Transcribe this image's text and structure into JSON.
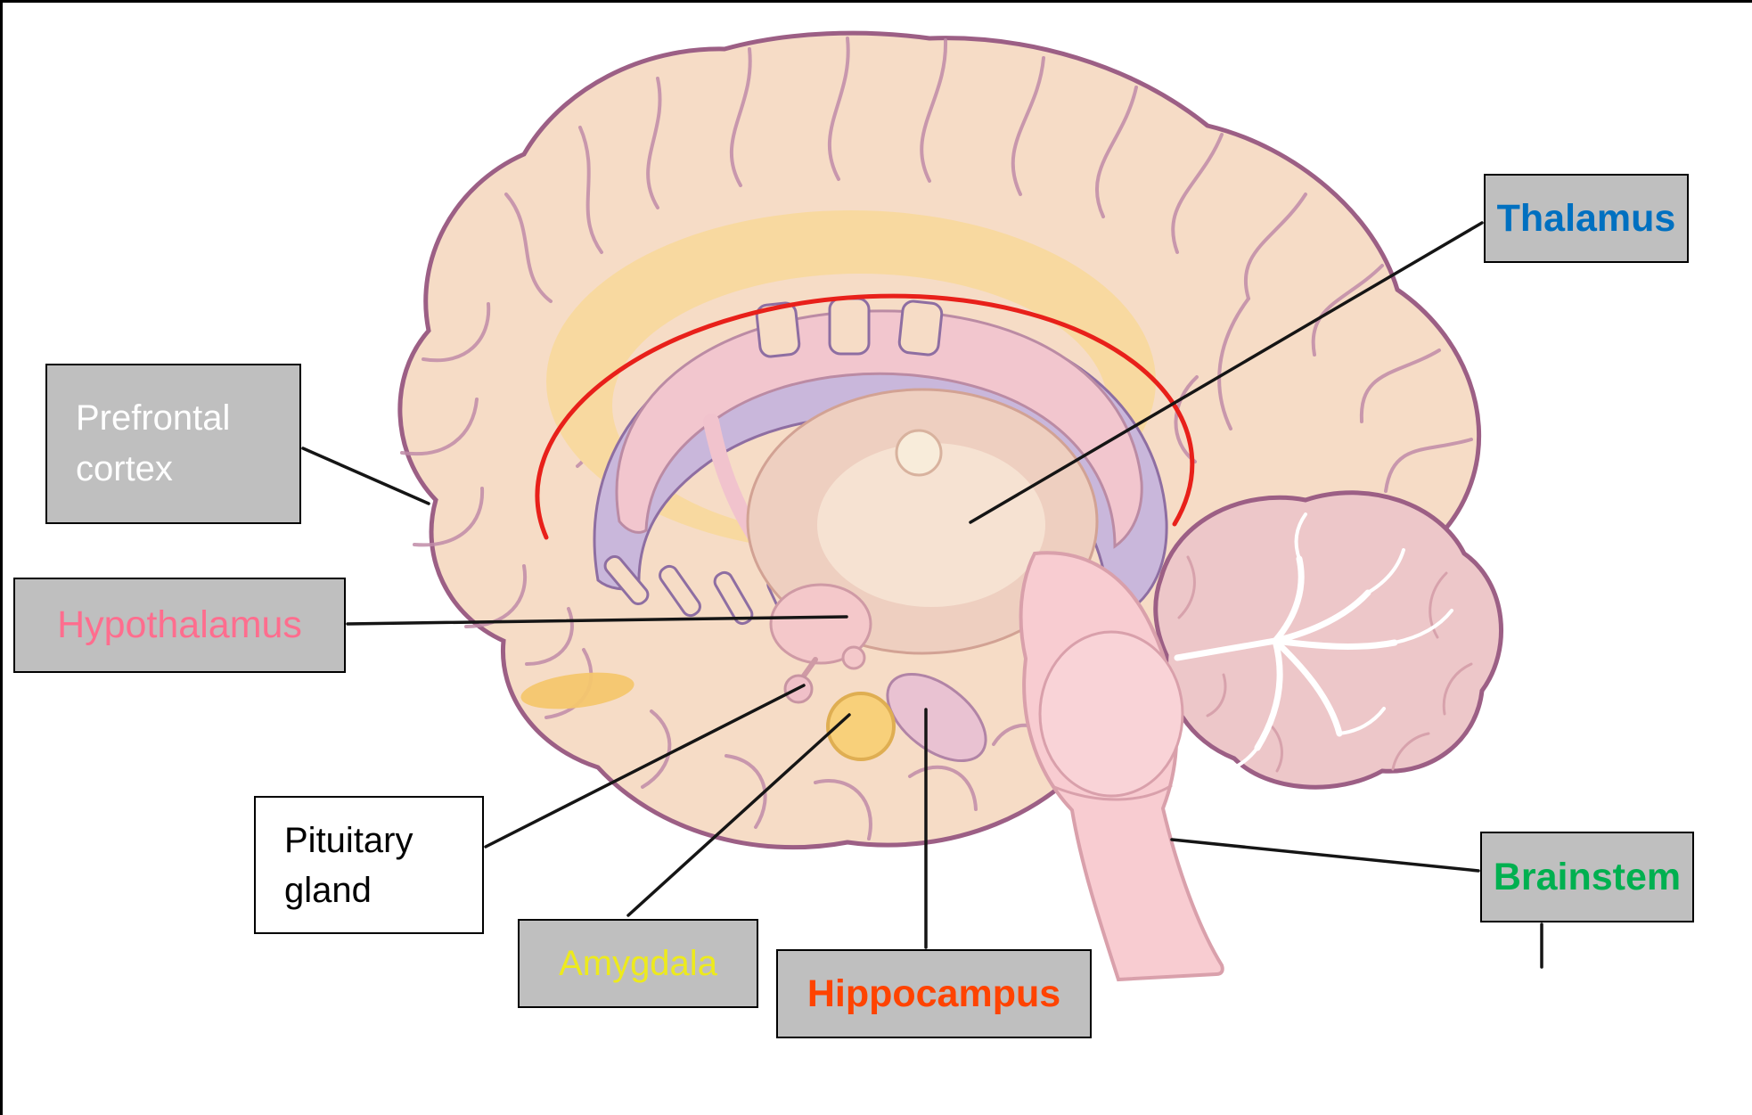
{
  "figure": {
    "description": "Sagittal section diagram of the human brain with labeled structures",
    "highlight_note": "Red ellipse outlining the limbic / cingulate region"
  },
  "labels": {
    "prefrontal_cortex": {
      "text": "Prefrontal cortex",
      "color": "#ffffff",
      "box": "gray"
    },
    "hypothalamus": {
      "text": "Hypothalamus",
      "color": "#ff6d8e",
      "box": "gray"
    },
    "pituitary_gland": {
      "text": "Pituitary gland",
      "color": "#000000",
      "box": "white"
    },
    "amygdala": {
      "text": "Amygdala",
      "color": "#edea1d",
      "box": "gray"
    },
    "hippocampus": {
      "text": "Hippocampus",
      "color": "#ff4300",
      "box": "gray"
    },
    "thalamus": {
      "text": "Thalamus",
      "color": "#0070c0",
      "box": "gray"
    },
    "brainstem": {
      "text": "Brainstem",
      "color": "#00b050",
      "box": "gray"
    }
  },
  "colors": {
    "label_box_gray": "#bfbfbf",
    "label_box_white": "#ffffff",
    "label_box_border": "#000000",
    "connector_line": "#151515",
    "highlight_ellipse": "#e8201a",
    "cortex": "#f6dcc6",
    "cortex_outline": "#9c5f85",
    "limbic_band": "#f8d9a0",
    "ventricle": "#c9b7db",
    "corpus_callosum": "#f2c6ce",
    "thalamus_region": "#eecfc0",
    "amygdala_body": "#f8d07a",
    "cerebellum": "#edc7c9",
    "brainstem_region": "#f8ccd1"
  }
}
